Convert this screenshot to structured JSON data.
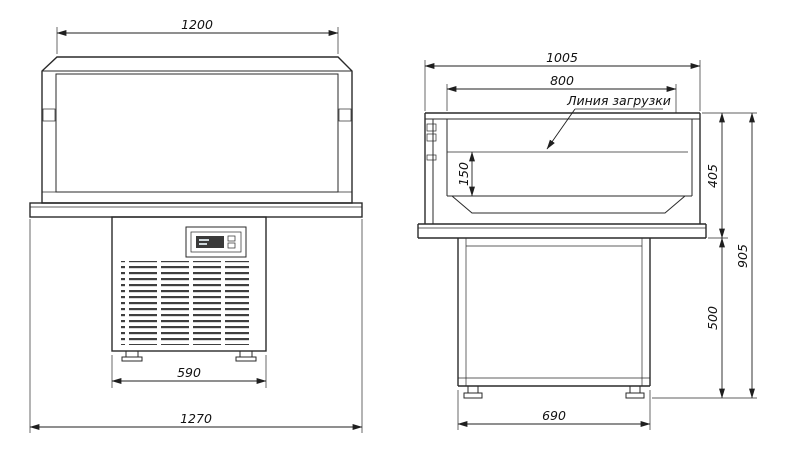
{
  "drawing": {
    "type": "technical-drawing",
    "colors": {
      "line": "#2a2a2a",
      "background": "#ffffff",
      "display_fill": "#3a3a3a"
    },
    "views": {
      "front": {
        "dims": {
          "top_width": "1200",
          "unit_width": "590",
          "overall_width": "1270"
        }
      },
      "side": {
        "dims": {
          "overall_depth": "1005",
          "opening_depth": "800",
          "loading_height": "150",
          "upper_height": "405",
          "lower_height": "500",
          "overall_height": "905",
          "base_depth": "690"
        },
        "labels": {
          "loading_line": "Линия загрузки"
        }
      }
    }
  }
}
